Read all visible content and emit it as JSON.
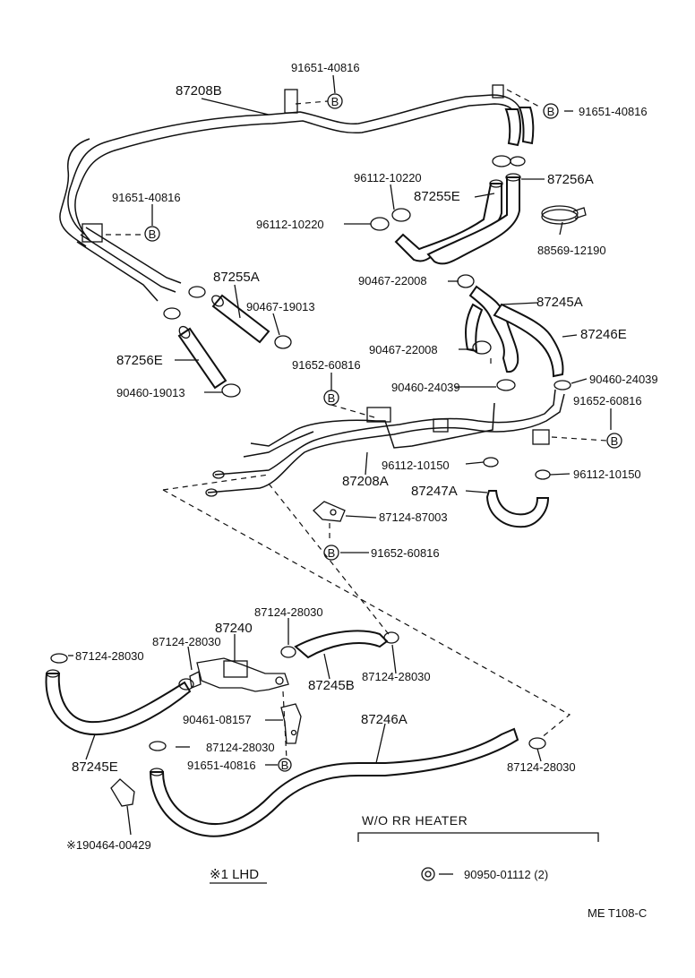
{
  "parts": {
    "p91651_40816_top": "91651-40816",
    "p87208B": "87208B",
    "p91651_40816_right": "91651-40816",
    "p96112_10220_a": "96112-10220",
    "p87256A": "87256A",
    "p87255E": "87255E",
    "p91651_40816_left": "91651-40816",
    "p96112_10220_b": "96112-10220",
    "p88569_12190": "88569-12190",
    "p87255A": "87255A",
    "p90467_22008_a": "90467-22008",
    "p87245A": "87245A",
    "p90467_19013": "90467-19013",
    "p87246E": "87246E",
    "p87256E": "87256E",
    "p90467_22008_b": "90467-22008",
    "p91652_60816_a": "91652-60816",
    "p90460_24039_a": "90460-24039",
    "p90460_19013": "90460-19013",
    "p90460_24039_b": "90460-24039",
    "p91652_60816_b": "91652-60816",
    "p96112_10150_a": "96112-10150",
    "p96112_10150_b": "96112-10150",
    "p87208A": "87208A",
    "p87247A": "87247A",
    "p87124_87003": "87124-87003",
    "p91652_60816_c": "91652-60816",
    "p87124_28030_a": "87124-28030",
    "p87240": "87240",
    "p87124_28030_b": "87124-28030",
    "p87124_28030_c": "87124-28030",
    "p87124_28030_d": "87124-28030",
    "p87245B": "87245B",
    "p90461_08157": "90461-08157",
    "p87246A": "87246A",
    "p87124_28030_e": "87124-28030",
    "p87245E": "87245E",
    "p91651_40816_bottom": "91651-40816",
    "p87124_28030_f": "87124-28030",
    "p90464_00429": "※190464-00429",
    "p90950_01112": "90950-01112 (2)"
  },
  "bolt_symbol": "B",
  "section_title": "W/O RR  HEATER",
  "legend": "※1 LHD",
  "figure_code": "ME T108-C"
}
